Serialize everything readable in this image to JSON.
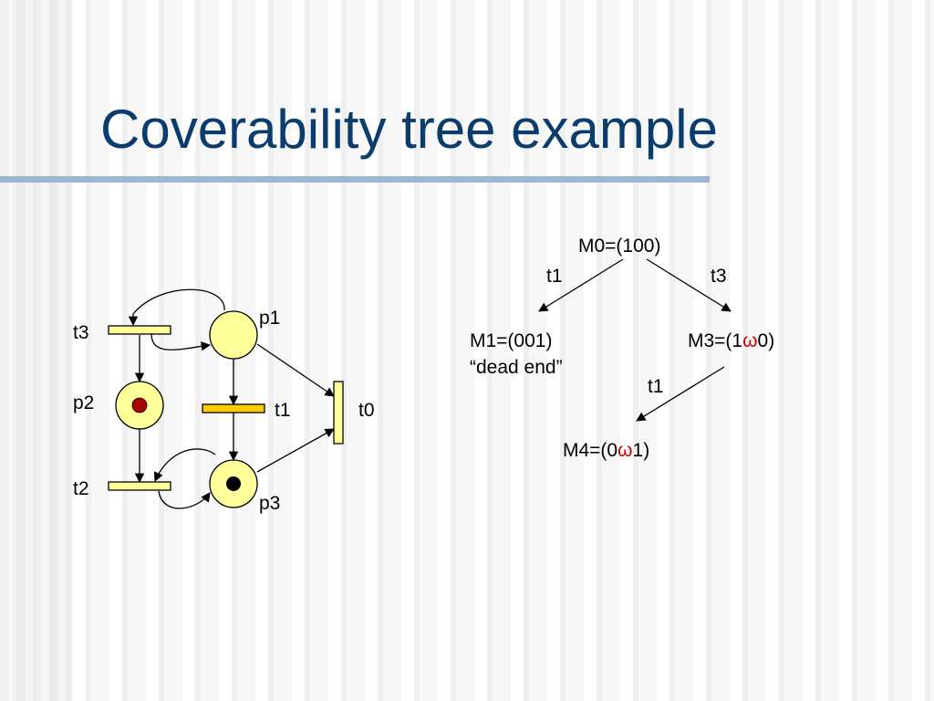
{
  "slide": {
    "title": "Coverability tree example"
  },
  "petri_net": {
    "places": [
      {
        "id": "p1",
        "label": "p1",
        "tokens": 0
      },
      {
        "id": "p2",
        "label": "p2",
        "tokens": 1
      },
      {
        "id": "p3",
        "label": "p3",
        "tokens": 1
      }
    ],
    "transitions": [
      {
        "id": "t0",
        "label": "t0"
      },
      {
        "id": "t1",
        "label": "t1"
      },
      {
        "id": "t2",
        "label": "t2"
      },
      {
        "id": "t3",
        "label": "t3"
      }
    ],
    "colors": {
      "place_fill": "#ffff99",
      "transition_fill": "#ffff99",
      "t1_fill": "#ffcc00",
      "p2_token": "#aa0000",
      "p3_token": "#000000"
    }
  },
  "coverability_tree": {
    "nodes": {
      "m0": {
        "text": "M0=(100)"
      },
      "m1": {
        "text": "M1=(001)",
        "note": "“dead end”"
      },
      "m3": {
        "prefix": "M3=(1",
        "omega": "ω",
        "suffix": "0)"
      },
      "m4": {
        "prefix": "M4=(0",
        "omega": "ω",
        "suffix": "1)"
      }
    },
    "edges": [
      {
        "from": "M0",
        "to": "M1",
        "label": "t1"
      },
      {
        "from": "M0",
        "to": "M3",
        "label": "t3"
      },
      {
        "from": "M3",
        "to": "M4",
        "label": "t1"
      }
    ],
    "omega_color": "#cc0000"
  }
}
